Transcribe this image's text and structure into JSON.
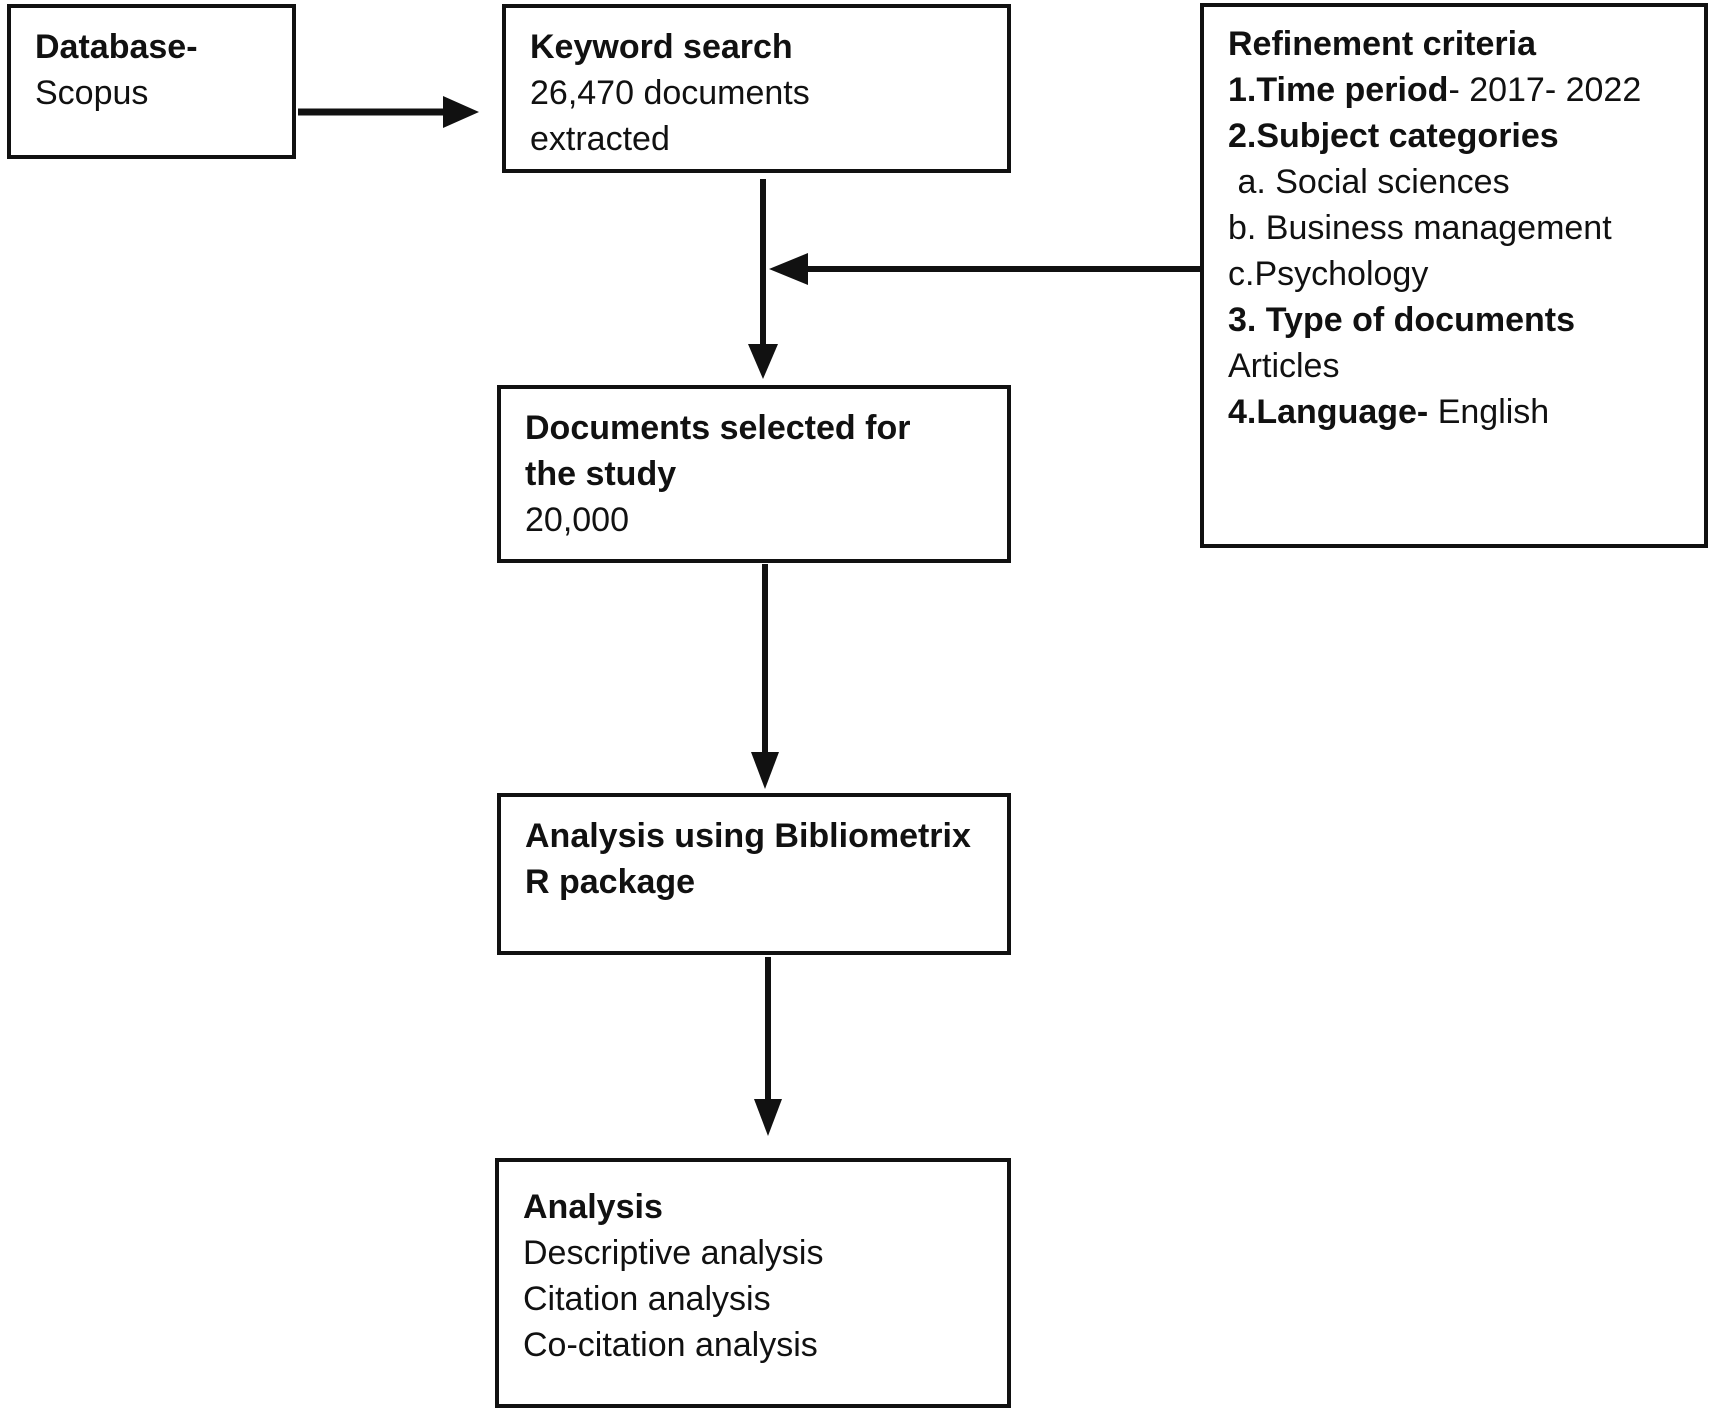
{
  "page": {
    "background_color": "#ffffff",
    "ink_color": "#111111",
    "type": "flowchart"
  },
  "diagram": {
    "nodes": {
      "database": {
        "title": "Database-",
        "line1": "Scopus"
      },
      "keyword": {
        "title": "Keyword search",
        "line1": "26,470 documents",
        "line2": "extracted"
      },
      "refinement": {
        "title": "Refinement criteria",
        "items": [
          {
            "bold": "1.Time period",
            "rest": "- 2017- 2022"
          },
          {
            "bold": "2.Subject categories",
            "rest": ""
          },
          {
            "bold": "",
            "rest": " a. Social sciences"
          },
          {
            "bold": "",
            "rest": "b. Business management"
          },
          {
            "bold": "",
            "rest": "c.Psychology"
          },
          {
            "bold": "3. Type of documents",
            "rest": ""
          },
          {
            "bold": "",
            "rest": "Articles"
          },
          {
            "bold": "4.Language-",
            "rest": " English"
          }
        ]
      },
      "selected": {
        "title_line1": "Documents selected for",
        "title_line2": "the study",
        "line1": "20,000"
      },
      "bibliometrix": {
        "title_line1": "Analysis using Bibliometrix",
        "title_line2": "R package"
      },
      "analysis": {
        "title": "Analysis",
        "line1": "Descriptive analysis",
        "line2": "Citation analysis",
        "line3": "Co-citation analysis"
      }
    },
    "edges": [
      "database -> keyword",
      "keyword -> selected",
      "refinement -> (keyword -> selected connector)",
      "selected -> bibliometrix",
      "bibliometrix -> analysis"
    ]
  }
}
